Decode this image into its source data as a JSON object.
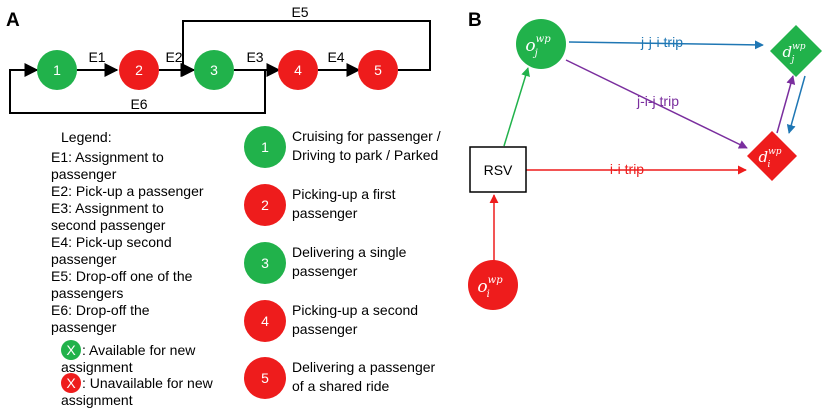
{
  "panels": {
    "a": "A",
    "b": "B"
  },
  "colors": {
    "green": "#21b24b",
    "red": "#ee1c1c",
    "blue": "#1f77b4",
    "purple": "#7a2e9e",
    "black": "#000000"
  },
  "state_diagram": {
    "nodes": [
      "1",
      "2",
      "3",
      "4",
      "5"
    ],
    "edges": {
      "e1": "E1",
      "e2": "E2",
      "e3": "E3",
      "e4": "E4",
      "e5": "E5",
      "e6": "E6"
    }
  },
  "legend": {
    "title": "Legend:",
    "lines": [
      "E1: Assignment to",
      "passenger",
      "E2: Pick-up a passenger",
      "E3: Assignment to",
      "second passenger",
      "E4: Pick-up second",
      "passenger",
      "E5: Drop-off one of the",
      "passengers",
      "E6: Drop-off the",
      "passenger"
    ],
    "available_icon": "X",
    "available_lines": [
      ": Available for new",
      "assignment"
    ],
    "unavailable_icon": "X",
    "unavailable_lines": [
      ": Unavailable for new",
      "assignment"
    ]
  },
  "states": [
    {
      "num": "1",
      "lines": [
        "Cruising for passenger /",
        "Driving to park / Parked"
      ]
    },
    {
      "num": "2",
      "lines": [
        "Picking-up a first",
        "passenger"
      ]
    },
    {
      "num": "3",
      "lines": [
        "Delivering a single",
        "passenger"
      ]
    },
    {
      "num": "4",
      "lines": [
        "Picking-up a second",
        "passenger"
      ]
    },
    {
      "num": "5",
      "lines": [
        "Delivering a passenger",
        "of a shared ride"
      ]
    }
  ],
  "trip_diagram": {
    "rsv_label": "RSV",
    "o_base": "o",
    "o_j_sub": "j",
    "o_i_sub": "i",
    "d_base": "d",
    "d_j_sub": "j",
    "d_i_sub": "i",
    "superscript": "wp",
    "trip_jji": "j-j-i trip",
    "trip_jij": "j-i-j trip",
    "trip_ii": "i-i trip"
  }
}
